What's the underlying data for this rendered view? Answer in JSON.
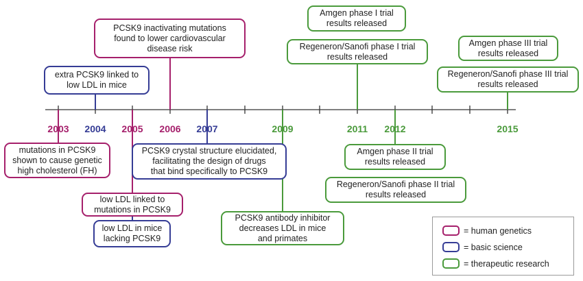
{
  "colors": {
    "human_genetics": "#a51f6b",
    "basic_science": "#353c95",
    "therapeutic_research": "#4a9a3b",
    "axis": "#333333"
  },
  "years": [
    {
      "label": "2003",
      "category": "human_genetics"
    },
    {
      "label": "2004",
      "category": "basic_science"
    },
    {
      "label": "2005",
      "category": "human_genetics"
    },
    {
      "label": "2006",
      "category": "human_genetics"
    },
    {
      "label": "2007",
      "category": "basic_science"
    },
    {
      "label": "2009",
      "category": "therapeutic_research"
    },
    {
      "label": "2011",
      "category": "therapeutic_research"
    },
    {
      "label": "2012",
      "category": "therapeutic_research"
    },
    {
      "label": "2015",
      "category": "therapeutic_research"
    }
  ],
  "events": [
    {
      "id": "e2003",
      "year": "2003",
      "category": "human_genetics",
      "text": "mutations in PCSK9\nshown to cause genetic\nhigh cholesterol (FH)"
    },
    {
      "id": "e2004",
      "year": "2004",
      "category": "basic_science",
      "text": "extra PCSK9 linked to\nlow LDL in mice"
    },
    {
      "id": "e2005a",
      "year": "2005",
      "category": "human_genetics",
      "text": "low LDL linked to\nmutations in PCSK9"
    },
    {
      "id": "e2005b",
      "year": "2005",
      "category": "basic_science",
      "text": "low LDL in mice\nlacking PCSK9"
    },
    {
      "id": "e2006",
      "year": "2006",
      "category": "human_genetics",
      "text": "PCSK9 inactivating mutations\nfound to lower cardiovascular\ndisease risk"
    },
    {
      "id": "e2007",
      "year": "2007",
      "category": "basic_science",
      "text": "PCSK9 crystal structure elucidated,\nfacilitating the design of drugs\nthat bind specifically to PCSK9"
    },
    {
      "id": "e2009",
      "year": "2009",
      "category": "therapeutic_research",
      "text": "PCSK9 antibody inhibitor\ndecreases LDL in mice\nand primates"
    },
    {
      "id": "e2011a",
      "year": "2011",
      "category": "therapeutic_research",
      "text": "Amgen phase I trial\nresults released"
    },
    {
      "id": "e2011b",
      "year": "2011",
      "category": "therapeutic_research",
      "text": "Regeneron/Sanofi phase I trial\nresults released"
    },
    {
      "id": "e2012a",
      "year": "2012",
      "category": "therapeutic_research",
      "text": "Amgen phase II trial\nresults released"
    },
    {
      "id": "e2012b",
      "year": "2012",
      "category": "therapeutic_research",
      "text": "Regeneron/Sanofi phase II trial\nresults released"
    },
    {
      "id": "e2015a",
      "year": "2015",
      "category": "therapeutic_research",
      "text": "Amgen phase III trial\nresults released"
    },
    {
      "id": "e2015b",
      "year": "2015",
      "category": "therapeutic_research",
      "text": "Regeneron/Sanofi phase III trial\nresults released"
    }
  ],
  "legend": [
    {
      "category": "human_genetics",
      "label": "= human genetics"
    },
    {
      "category": "basic_science",
      "label": "= basic science"
    },
    {
      "category": "therapeutic_research",
      "label": "= therapeutic research"
    }
  ]
}
